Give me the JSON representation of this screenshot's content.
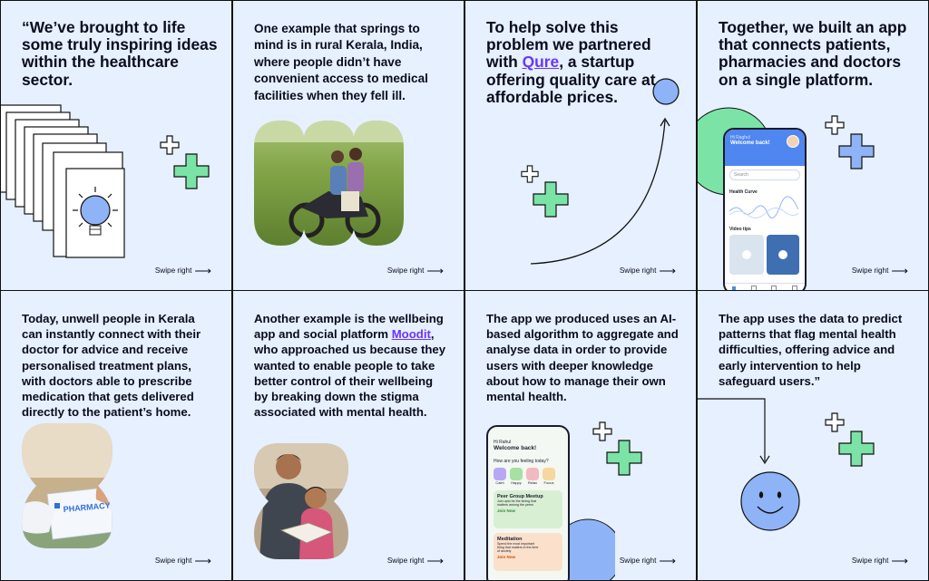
{
  "panels": [
    {
      "text": "“We’ve brought to life some truly inspiring ideas within the healthcare sector."
    },
    {
      "text": "One example that springs to mind is in rural Kerala, India, where people didn’t have convenient access to medical facilities when they fell ill."
    },
    {
      "text_before": "To help solve this problem we partnered with ",
      "link": "Qure",
      "text_after": ", a startup offering quality care at affordable prices."
    },
    {
      "text": "Together, we built an app that connects patients, pharmacies and doctors on a single platform."
    },
    {
      "text": "Today, unwell people in Kerala can instantly connect with their doctor for advice and receive personalised treatment plans, with doctors able to prescribe medication that gets delivered directly to the patient’s home."
    },
    {
      "text_before": "Another example is the wellbeing app and social platform ",
      "link": "Moodit",
      "text_after": ", who approached us because they wanted to enable people to take better control of their wellbeing by breaking down the stigma associated with mental health."
    },
    {
      "text": "The app we produced uses an AI-based algorithm to aggregate and analyse data in order to provide users with deeper knowledge about how to manage their own mental health."
    },
    {
      "text": "The app uses the data to predict patterns that flag mental health difficulties, offering advice and early intervention to help safeguard users.”"
    }
  ],
  "swipe_label": "Swipe right",
  "pharmacy_label": "PHARMACY",
  "phone1": {
    "greeting": "Hi Raghu!",
    "welcome": "Welcome back!",
    "search": "Search",
    "health_curve": "Health Curve",
    "video_tips": "Video tips"
  },
  "phone2": {
    "greeting": "Hi Rahul",
    "welcome": "Welcome back!",
    "question": "How are you feeling today?",
    "moods": [
      "Calm",
      "Happy",
      "Relax",
      "Focus"
    ],
    "card1_title": "Peer Group Meetup",
    "card1_text": "Join upto be the timing that matters among the peers",
    "card1_action": "Join Now",
    "card2_title": "Meditation",
    "card2_text": "Spend the most important thing that matters in the time of anxiety",
    "card2_action": "Join Now"
  },
  "colors": {
    "panel_bg": "#e6f0ff",
    "text": "#0b0b1e",
    "link": "#6a35ff",
    "green": "#7be3a6",
    "blue": "#8fb3f7",
    "border": "#111111"
  }
}
